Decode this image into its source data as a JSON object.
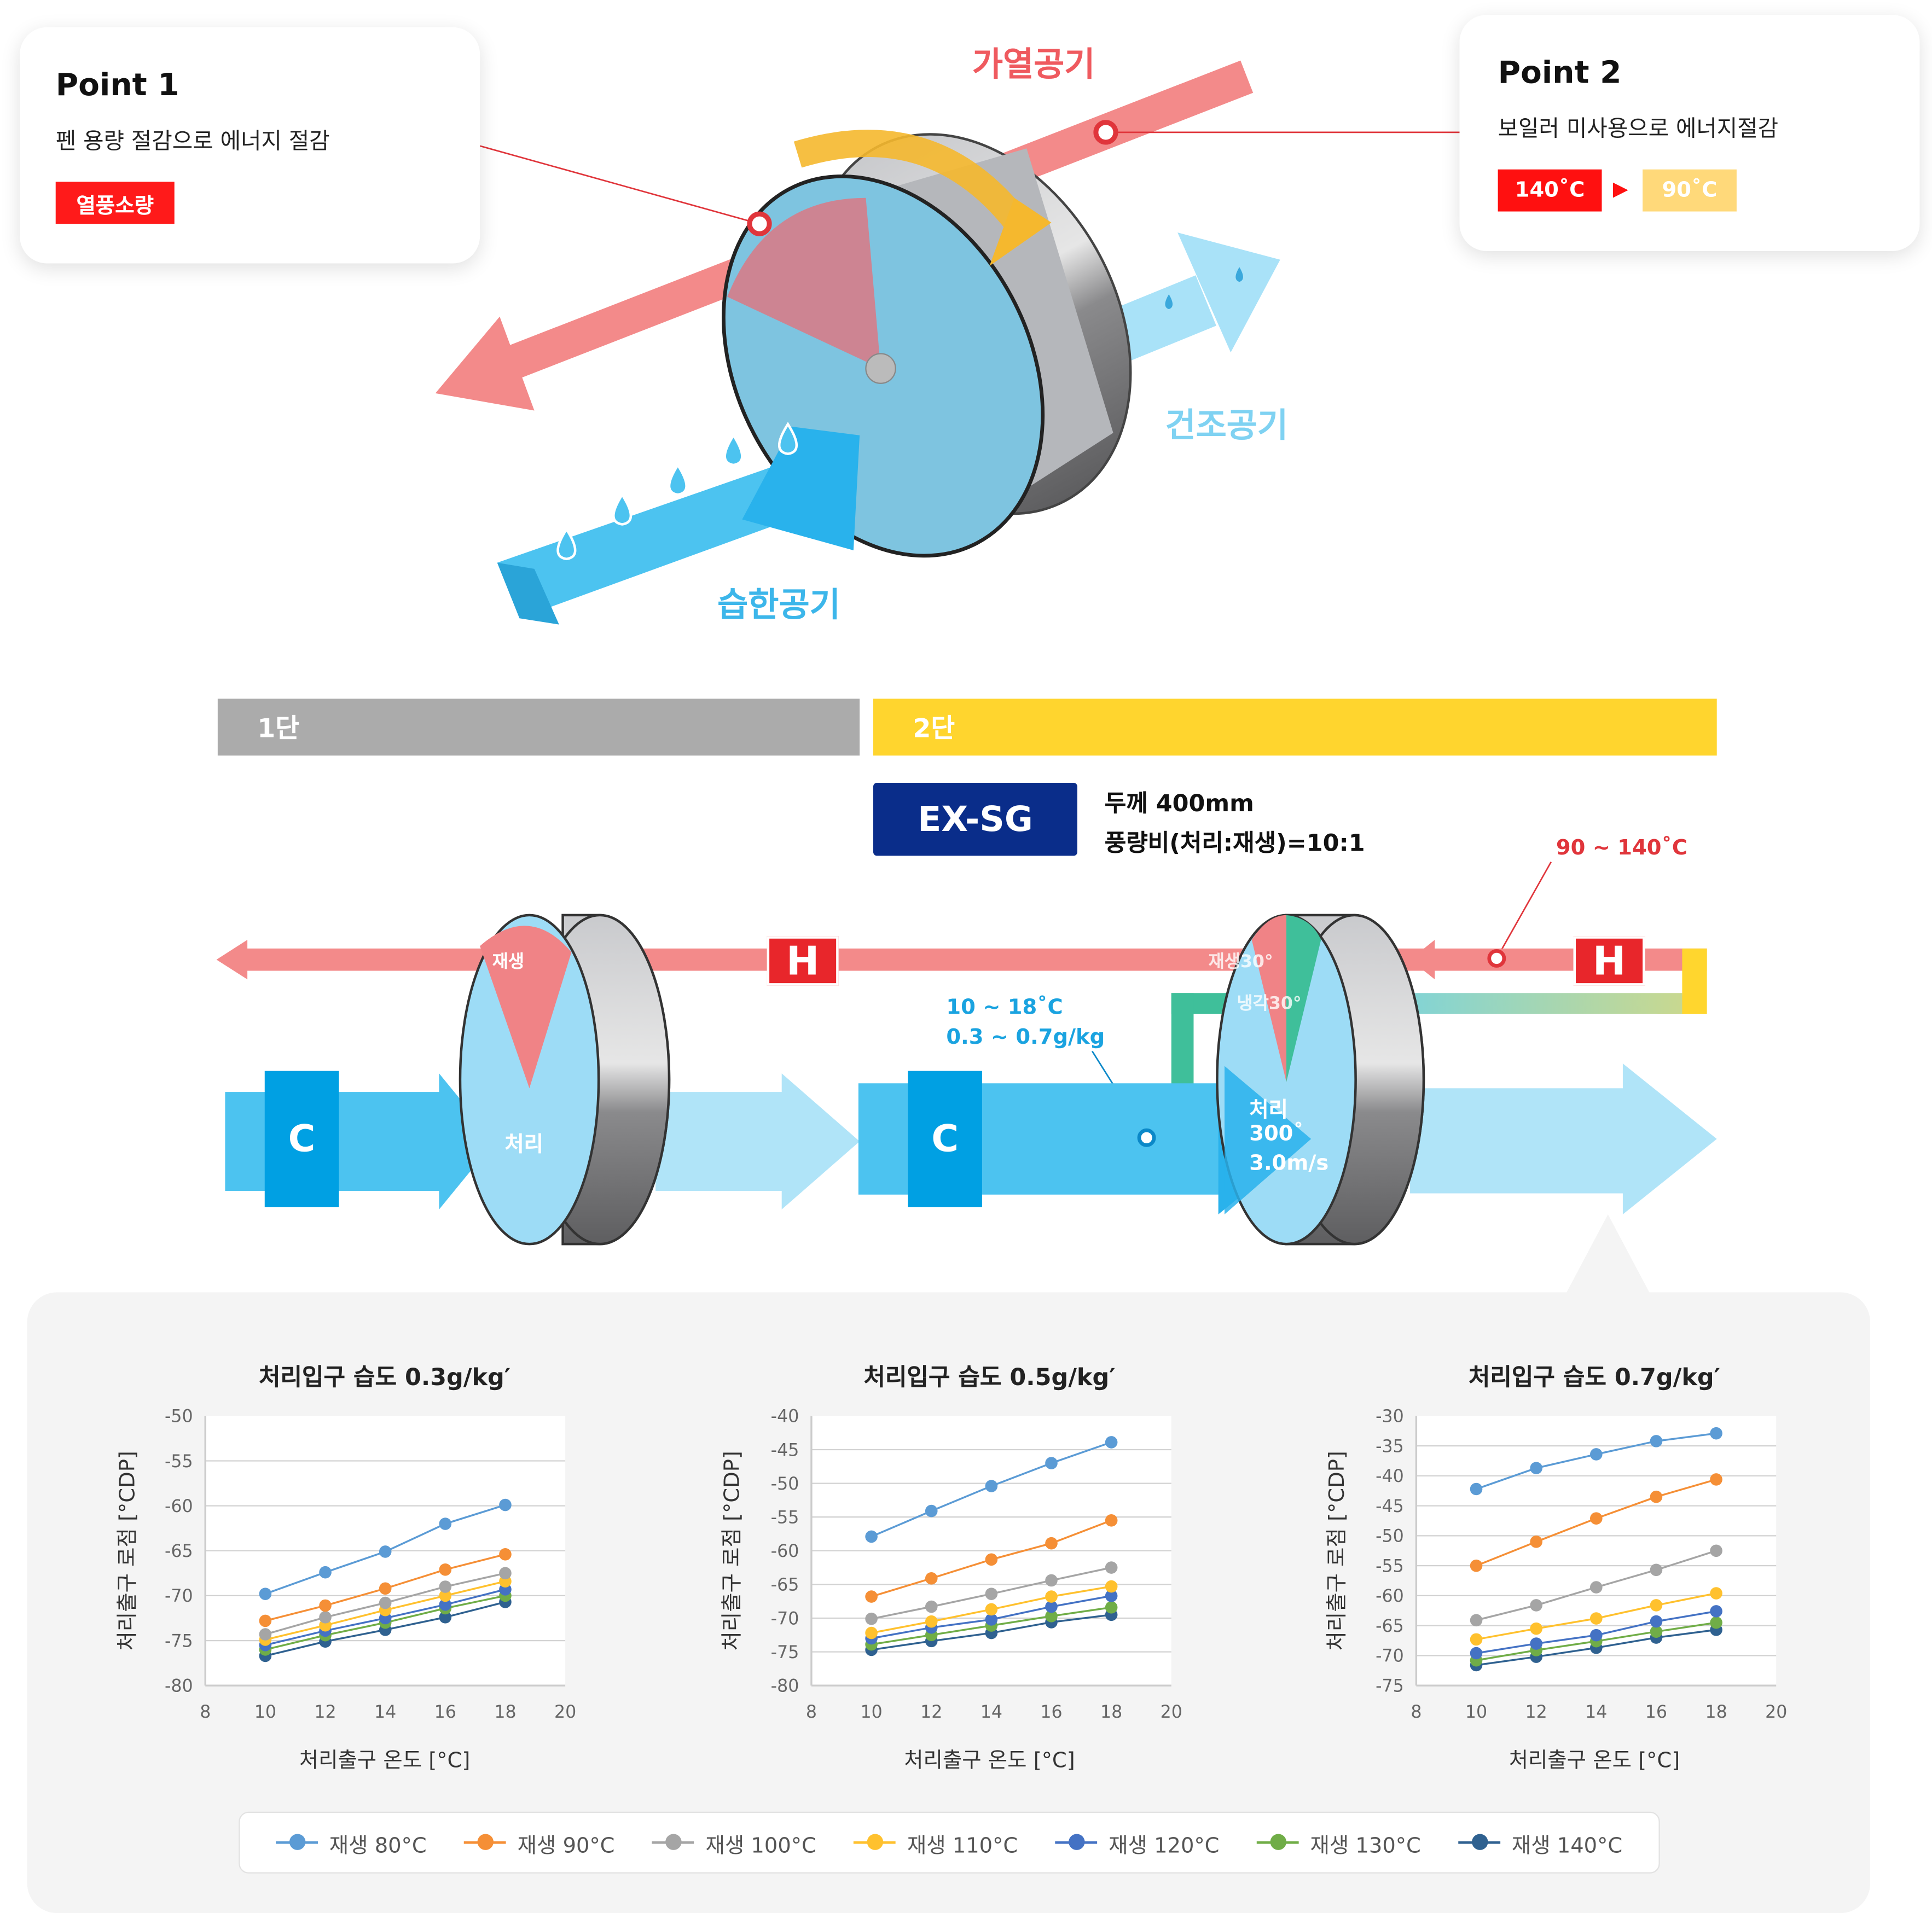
{
  "point1": {
    "title": "Point 1",
    "desc": "펜 용량 절감으로 에너지 절감",
    "badge": "열풍소량"
  },
  "point2": {
    "title": "Point 2",
    "desc": "보일러 미사용으로 에너지절감",
    "badge_from": "140˚C",
    "arrow": "▶",
    "badge_to": "90˚C"
  },
  "top_diagram": {
    "heated_air": "가열공기",
    "dry_air": "건조공기",
    "humid_air": "습한공기"
  },
  "stages": {
    "stage1": "1단",
    "stage2": "2단"
  },
  "model": {
    "name": "EX-SG",
    "thickness": "두께 400mm",
    "ratio": "풍량비(처리:재생)=10:1"
  },
  "flow_diagram": {
    "regen_temp": "90 ~ 140˚C",
    "process_temp": "10 ~ 18˚C",
    "process_humidity": "0.3 ~ 0.7g/kg",
    "heater": "H",
    "cooler": "C",
    "wheel1_regen": "재생",
    "wheel1_process": "처리",
    "wheel2_regen": "재생30°",
    "wheel2_cool": "냉각30°",
    "wheel2_process": "처리",
    "wheel2_angle": "300˚",
    "wheel2_speed": "3.0m/s"
  },
  "colors": {
    "s80": "#5b9bd5",
    "s90": "#f58f36",
    "s100": "#a5a5a5",
    "s110": "#ffc12e",
    "s120": "#4472c4",
    "s130": "#70ad47",
    "s140": "#2f6190"
  },
  "legend": [
    "재생 80°C",
    "재생 90°C",
    "재생 100°C",
    "재생 110°C",
    "재생 120°C",
    "재생 130°C",
    "재생 140°C"
  ],
  "chart_data": [
    {
      "type": "line",
      "title": "처리입구 습도 0.3g/kg′",
      "xlabel": "처리출구 온도 [°C]",
      "ylabel": "처리출구 로점 [°CDP]",
      "xlim": [
        8,
        20
      ],
      "xticks": [
        8,
        10,
        12,
        14,
        16,
        18,
        20
      ],
      "ylim": [
        -80,
        -50
      ],
      "yticks": [
        -50,
        -55,
        -60,
        -65,
        -70,
        -75,
        -80
      ],
      "grid": true,
      "x": [
        10,
        12,
        14,
        16,
        18
      ],
      "series": [
        {
          "name": "재생 80°C",
          "values": [
            -69.8,
            -67.4,
            -65.1,
            -62.0,
            -59.9
          ]
        },
        {
          "name": "재생 90°C",
          "values": [
            -72.8,
            -71.1,
            -69.2,
            -67.1,
            -65.4
          ]
        },
        {
          "name": "재생 100°C",
          "values": [
            -74.3,
            -72.4,
            -70.8,
            -69.0,
            -67.5
          ]
        },
        {
          "name": "재생 110°C",
          "values": [
            -74.9,
            -73.3,
            -71.6,
            -70.0,
            -68.4
          ]
        },
        {
          "name": "재생 120°C",
          "values": [
            -75.5,
            -73.9,
            -72.5,
            -71.0,
            -69.3
          ]
        },
        {
          "name": "재생 130°C",
          "values": [
            -76.0,
            -74.4,
            -73.0,
            -71.4,
            -70.0
          ]
        },
        {
          "name": "재생 140°C",
          "values": [
            -76.7,
            -75.1,
            -73.8,
            -72.4,
            -70.7
          ]
        }
      ]
    },
    {
      "type": "line",
      "title": "처리입구 습도 0.5g/kg′",
      "xlabel": "처리출구 온도 [°C]",
      "ylabel": "처리출구 로점 [°CDP]",
      "xlim": [
        8,
        20
      ],
      "xticks": [
        8,
        10,
        12,
        14,
        16,
        18,
        20
      ],
      "ylim": [
        -80,
        -40
      ],
      "yticks": [
        -40,
        -45,
        -50,
        -55,
        -60,
        -65,
        -70,
        -75,
        -80
      ],
      "grid": true,
      "x": [
        10,
        12,
        14,
        16,
        18
      ],
      "series": [
        {
          "name": "재생 80°C",
          "values": [
            -57.9,
            -54.1,
            -50.4,
            -47.0,
            -43.9
          ]
        },
        {
          "name": "재생 90°C",
          "values": [
            -66.8,
            -64.1,
            -61.3,
            -58.9,
            -55.5
          ]
        },
        {
          "name": "재생 100°C",
          "values": [
            -70.1,
            -68.3,
            -66.4,
            -64.4,
            -62.5
          ]
        },
        {
          "name": "재생 110°C",
          "values": [
            -72.2,
            -70.5,
            -68.7,
            -66.8,
            -65.3
          ]
        },
        {
          "name": "재생 120°C",
          "values": [
            -73.0,
            -71.4,
            -70.2,
            -68.3,
            -66.7
          ]
        },
        {
          "name": "재생 130°C",
          "values": [
            -73.9,
            -72.5,
            -71.1,
            -69.7,
            -68.4
          ]
        },
        {
          "name": "재생 140°C",
          "values": [
            -74.7,
            -73.4,
            -72.2,
            -70.6,
            -69.5
          ]
        }
      ]
    },
    {
      "type": "line",
      "title": "처리입구 습도 0.7g/kg′",
      "xlabel": "처리출구 온도 [°C]",
      "ylabel": "처리출구 로점 [°CDP]",
      "xlim": [
        8,
        20
      ],
      "xticks": [
        8,
        10,
        12,
        14,
        16,
        18,
        20
      ],
      "ylim": [
        -75,
        -30
      ],
      "yticks": [
        -30,
        -35,
        -40,
        -45,
        -50,
        -55,
        -60,
        -65,
        -70,
        -75
      ],
      "grid": true,
      "x": [
        10,
        12,
        14,
        16,
        18
      ],
      "series": [
        {
          "name": "재생 80°C",
          "values": [
            -42.2,
            -38.7,
            -36.4,
            -34.2,
            -32.9
          ]
        },
        {
          "name": "재생 90°C",
          "values": [
            -55.0,
            -51.0,
            -47.1,
            -43.5,
            -40.6
          ]
        },
        {
          "name": "재생 100°C",
          "values": [
            -64.1,
            -61.6,
            -58.6,
            -55.7,
            -52.5
          ]
        },
        {
          "name": "재생 110°C",
          "values": [
            -67.3,
            -65.5,
            -63.8,
            -61.6,
            -59.6
          ]
        },
        {
          "name": "재생 120°C",
          "values": [
            -69.6,
            -68.0,
            -66.6,
            -64.3,
            -62.6
          ]
        },
        {
          "name": "재생 130°C",
          "values": [
            -70.8,
            -69.1,
            -67.6,
            -66.0,
            -64.5
          ]
        },
        {
          "name": "재생 140°C",
          "values": [
            -71.6,
            -70.2,
            -68.7,
            -67.0,
            -65.7
          ]
        }
      ]
    }
  ]
}
